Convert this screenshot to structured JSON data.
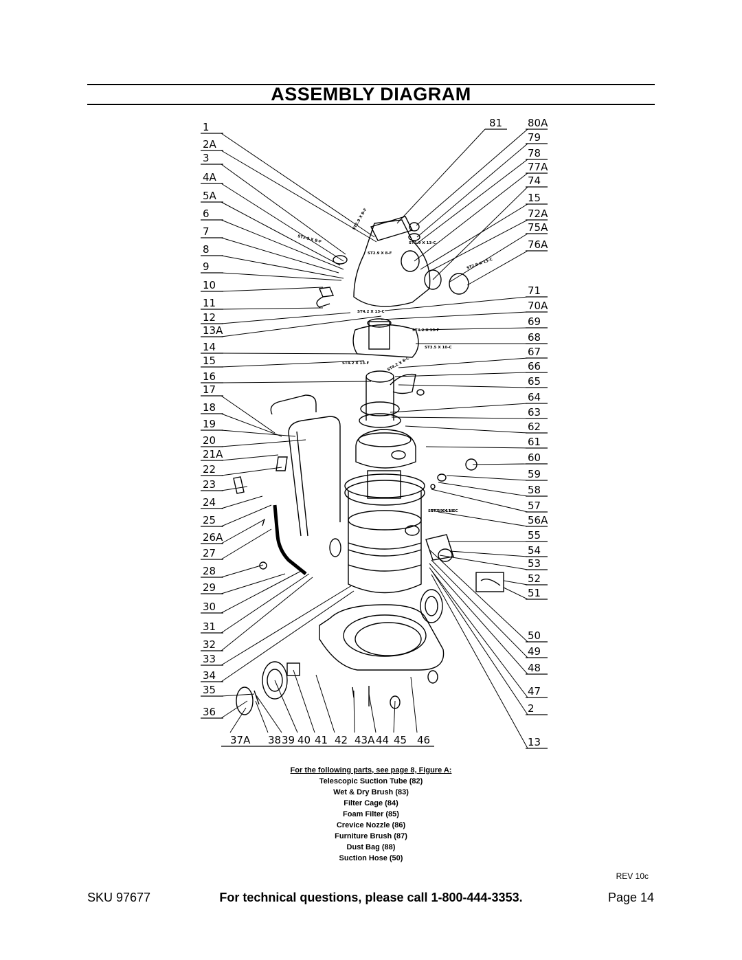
{
  "title": "ASSEMBLY DIAGRAM",
  "diagram": {
    "left_labels": [
      "1",
      "2A",
      "3",
      "4A",
      "5A",
      "6",
      "7",
      "8",
      "9",
      "10",
      "11",
      "12",
      "13A",
      "14",
      "15",
      "16",
      "17",
      "18",
      "19",
      "20",
      "21A",
      "22",
      "23",
      "24",
      "25",
      "26A",
      "27",
      "28",
      "29",
      "30",
      "31",
      "32",
      "33",
      "34",
      "35",
      "36"
    ],
    "right_labels": [
      "80A",
      "79",
      "78",
      "77A",
      "74",
      "15",
      "72A",
      "75A",
      "76A",
      "71",
      "70A",
      "69",
      "68",
      "67",
      "66",
      "65",
      "64",
      "63",
      "62",
      "61",
      "60",
      "59",
      "58",
      "57",
      "56A",
      "55",
      "54",
      "53",
      "52",
      "51",
      "50",
      "49",
      "48",
      "47",
      "2",
      "13"
    ],
    "top_right_label": "81",
    "bottom_labels": [
      "37A",
      "38",
      "39",
      "40",
      "41",
      "42",
      "43A",
      "44",
      "45",
      "46"
    ],
    "part_codes": [
      "ST2.9 X 8-F",
      "ST2.9 X 8-F",
      "ST2.9 X 8-F",
      "ST2.9 X 13-C",
      "ST2.9 X 13-C",
      "ST4.2 X 13-C",
      "ST4.2 X 13-F",
      "ST3.5 X 10-C",
      "ST4.2 X 13-F",
      "ST4.2 X 8-C",
      "ST4.2 X 13-C",
      "ST3.5 X 13-C"
    ]
  },
  "notes": {
    "heading": "For the following parts, see page 8, Figure A:",
    "items": [
      "Telescopic Suction Tube (82)",
      "Wet & Dry Brush (83)",
      "Filter Cage (84)",
      "Foam Filter (85)",
      "Crevice Nozzle (86)",
      "Furniture Brush (87)",
      "Dust Bag (88)",
      "Suction Hose (50)"
    ]
  },
  "rev": "REV 10c",
  "footer": {
    "sku": "SKU 97677",
    "tech": "For technical questions, please call 1-800-444-3353.",
    "page": "Page 14"
  }
}
